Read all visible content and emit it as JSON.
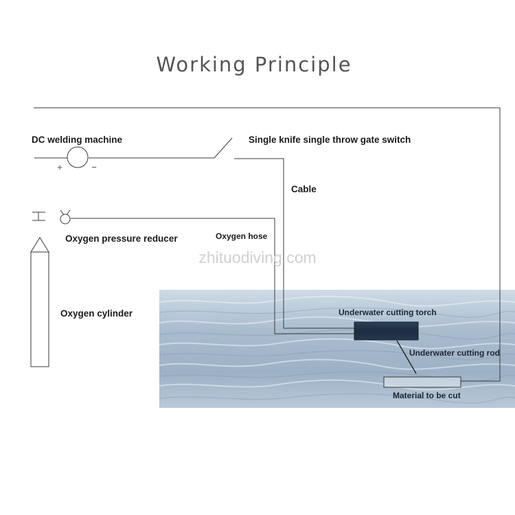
{
  "title": "Working Principle",
  "watermark": "zhituodiving.com",
  "labels": {
    "dc_welding_machine": "DC welding machine",
    "plus": "+",
    "minus": "−",
    "gate_switch": "Single knife single throw gate switch",
    "cable": "Cable",
    "oxygen_hose": "Oxygen hose",
    "oxygen_pressure_reducer": "Oxygen pressure reducer",
    "oxygen_cylinder": "Oxygen cylinder",
    "underwater_cutting_torch": "Underwater cutting torch",
    "underwater_cutting_rod": "Underwater cutting rod",
    "material_to_be_cut": "Material to be cut"
  },
  "colors": {
    "title": "#555555",
    "wire": "#3a3a3a",
    "water_light": "#c9d6e3",
    "water_dark": "#8ea4bd",
    "torch": "#1e3046"
  }
}
